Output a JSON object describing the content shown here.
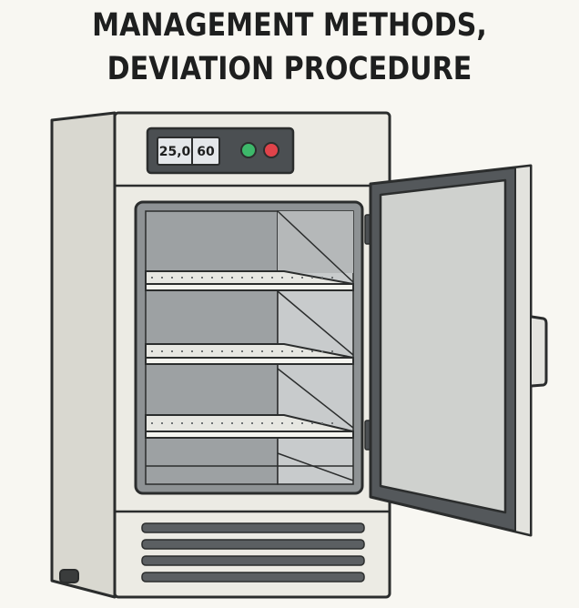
{
  "title": {
    "line1": "MANAGEMENT METHODS,",
    "line2": "DEVIATION PROCEDURE"
  },
  "control_panel": {
    "temperature": "25,0",
    "humidity": "60",
    "indicator_colors": {
      "green": "#3db86a",
      "red": "#e0434a"
    }
  },
  "icons": [
    "incubator-cabinet",
    "control-display",
    "status-light-green",
    "status-light-red",
    "wire-shelf",
    "open-door",
    "door-handle",
    "vent-grille"
  ]
}
